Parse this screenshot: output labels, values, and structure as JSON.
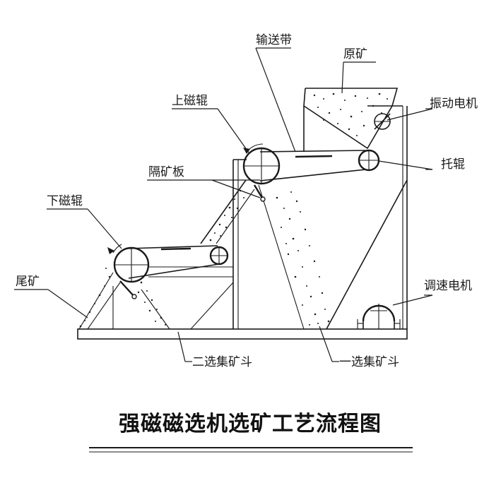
{
  "labels": {
    "conveyor_belt": "输送带",
    "raw_ore": "原矿",
    "upper_magnetic_roller": "上磁辊",
    "vibration_motor": "振动电机",
    "idler_roller": "托辊",
    "ore_separator_plate": "隔矿板",
    "lower_magnetic_roller": "下磁辊",
    "tailings": "尾矿",
    "adjusting_motor": "调速电机",
    "second_concentrate_hopper": "二选集矿斗",
    "first_concentrate_hopper": "一选集矿斗"
  },
  "title": "强磁磁选机选矿工艺流程图"
}
